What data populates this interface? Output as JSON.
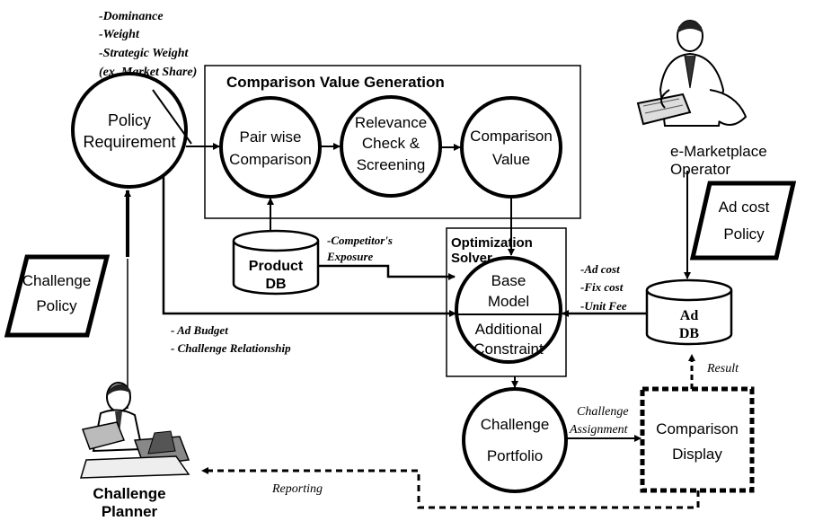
{
  "annotations": {
    "policy_params": [
      "-Dominance",
      "-Weight",
      "-Strategic Weight",
      "(ex, Market Share)"
    ],
    "competitor_exposure": [
      "-Competitor's",
      "Exposure"
    ],
    "cost_params": [
      "-Ad cost",
      "-Fix cost",
      "-Unit Fee"
    ],
    "budget_params": [
      "- Ad Budget",
      "- Challenge Relationship"
    ],
    "challenge_assignment": [
      "Challenge",
      "Assignment"
    ],
    "result": "Result",
    "reporting": "Reporting"
  },
  "groups": {
    "comparison_value_generation": "Comparison Value Generation",
    "optimization_solver": [
      "Optimization",
      "Solver"
    ]
  },
  "nodes": {
    "policy_requirement": [
      "Policy",
      "Requirement"
    ],
    "pair_wise_comparison": [
      "Pair wise",
      "Comparison"
    ],
    "relevance_check": [
      "Relevance",
      "Check &",
      "Screening"
    ],
    "comparison_value": [
      "Comparison",
      "Value"
    ],
    "base_model": [
      "Base",
      "Model"
    ],
    "additional_constraint": [
      "Additional",
      "Constraint"
    ],
    "challenge_portfolio": [
      "Challenge",
      "Portfolio"
    ],
    "comparison_display": [
      "Comparison",
      "Display"
    ],
    "product_db": [
      "Product",
      "DB"
    ],
    "ad_db": [
      "Ad",
      "DB"
    ],
    "challenge_policy": [
      "Challenge",
      "Policy"
    ],
    "ad_cost_policy": [
      "Ad cost",
      "Policy"
    ],
    "e_marketplace_operator": [
      "e-Marketplace",
      "Operator"
    ],
    "challenge_planner": [
      "Challenge",
      "Planner"
    ]
  },
  "icons": [
    "operator-figure-icon",
    "planner-figure-icon"
  ]
}
